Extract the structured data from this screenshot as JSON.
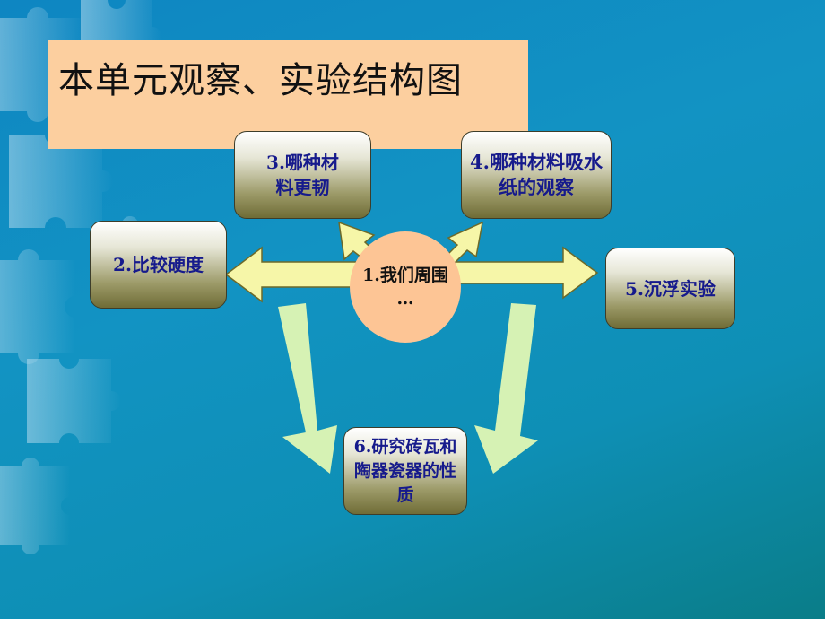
{
  "title": "本单元观察、实验结构图",
  "center": {
    "line1": "1.我们周围",
    "line2": "…"
  },
  "nodes": {
    "n2": {
      "line1": "2.比较硬度"
    },
    "n3": {
      "line1": "3.哪种材",
      "line2": "料更韧"
    },
    "n4": {
      "line1": "4.哪种材料吸水",
      "line2": "纸的观察"
    },
    "n5": {
      "line1": "5.沉浮实验"
    },
    "n6": {
      "line1": "6.研究砖瓦和",
      "line2": "陶器瓷器的性",
      "line3": "质"
    }
  },
  "colors": {
    "background": "#0e8fbf",
    "title_fill": "#fccf9f",
    "center_fill": "#fdc595",
    "arrow_fill": "#f6f6a8",
    "down_arrow_fill": "#d6f2b4",
    "node_text": "#161a8c"
  }
}
